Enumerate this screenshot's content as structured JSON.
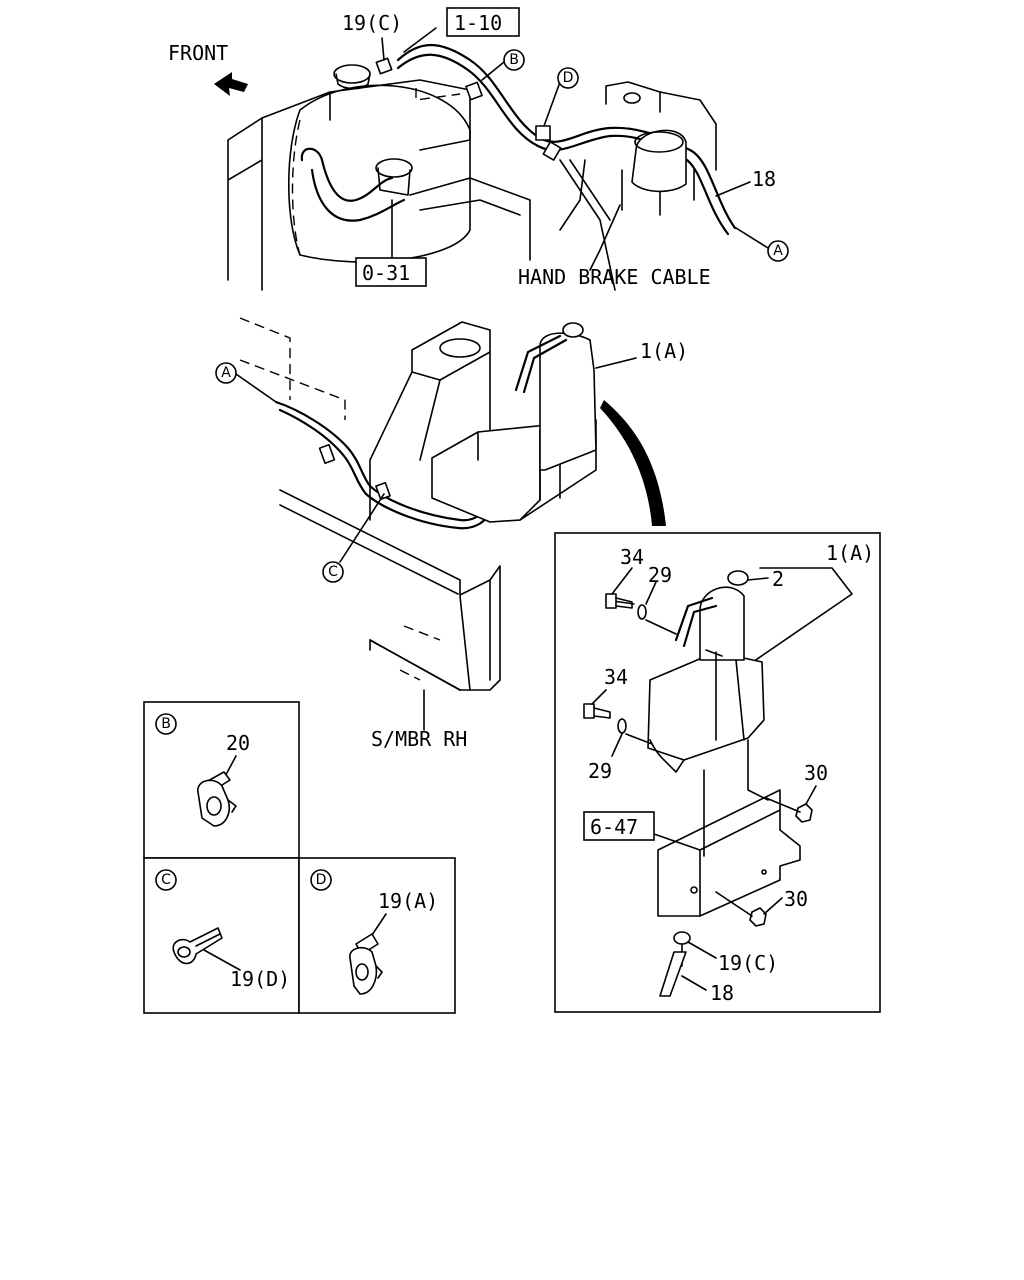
{
  "labels": {
    "front": "FRONT",
    "hand_brake_cable": "HAND BRAKE CABLE",
    "s_mbr_rh": "S/MBR RH"
  },
  "ref_boxes": {
    "ref_1_10": "1-10",
    "ref_0_31": "0-31",
    "ref_6_47": "6-47"
  },
  "callouts": {
    "c19c_top": "19(C)",
    "c18_top": "18",
    "c1a_mid": "1(A)",
    "c1a_detail": "1(A)",
    "c2": "2",
    "c34_a": "34",
    "c29_a": "29",
    "c34_b": "34",
    "c29_b": "29",
    "c30_a": "30",
    "c30_b": "30",
    "c19c_detail": "19(C)",
    "c18_detail": "18",
    "c20": "20",
    "c19d": "19(D)",
    "c19a": "19(A)"
  },
  "circle_letters": {
    "a_top": "A",
    "b_top": "B",
    "d_top": "D",
    "a_mid": "A",
    "c_mid": "C",
    "b_box": "B",
    "c_box": "C",
    "d_box": "D"
  }
}
